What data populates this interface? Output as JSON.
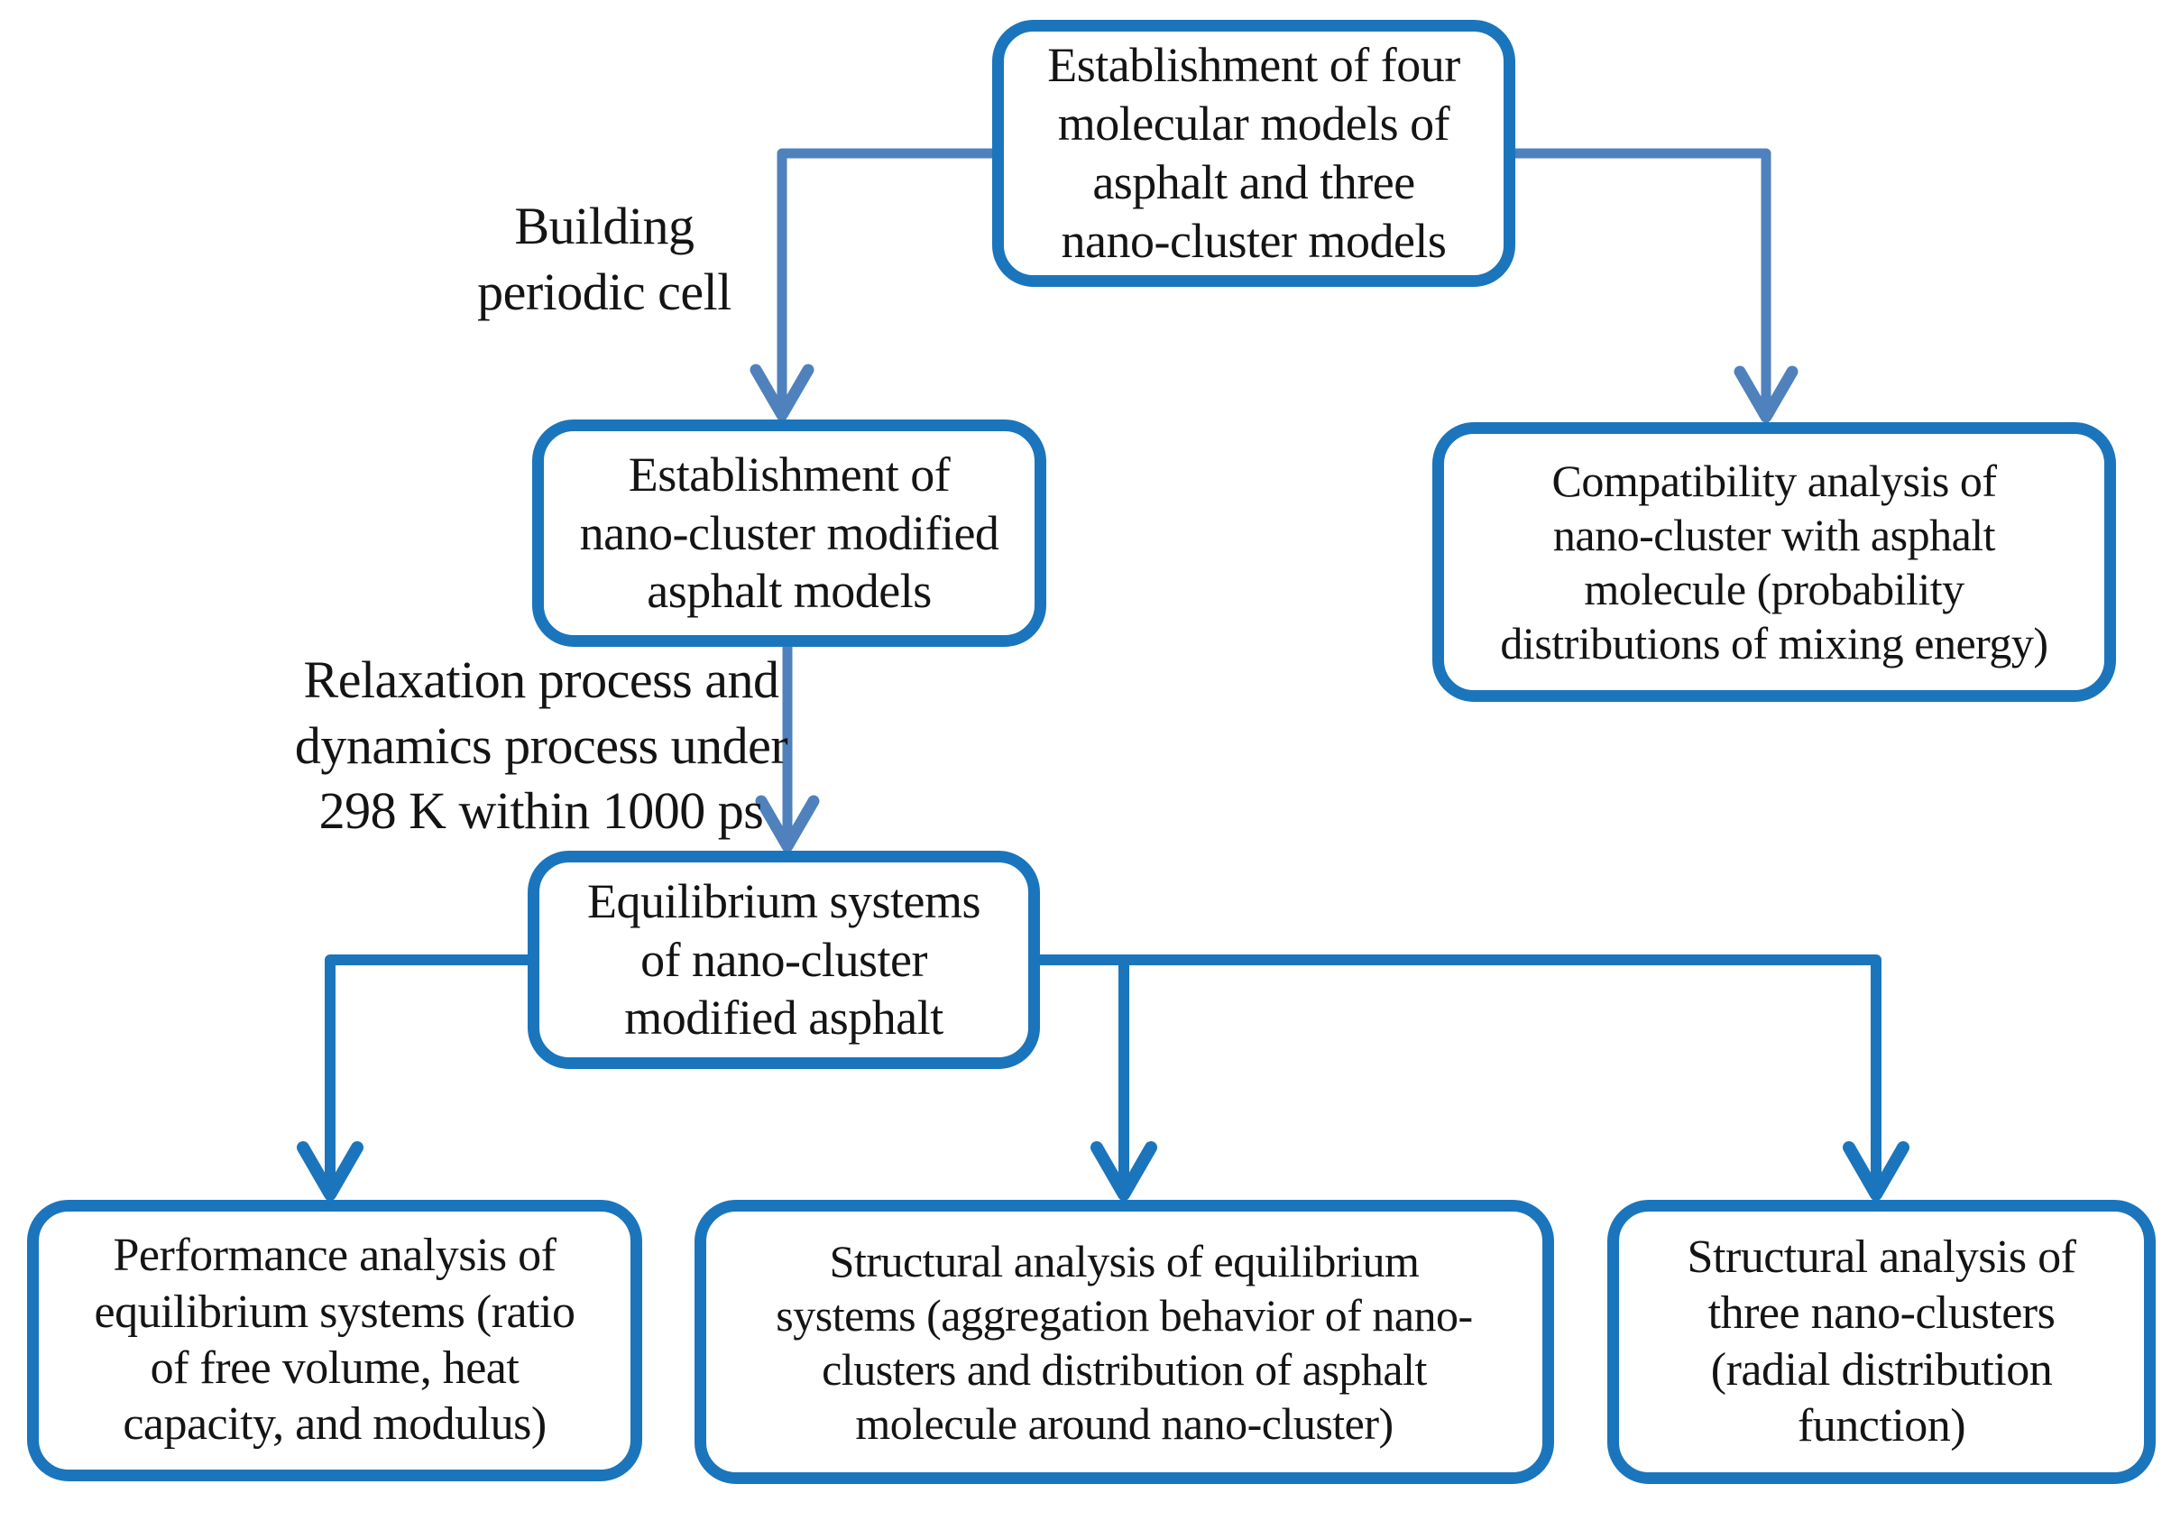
{
  "diagram": {
    "boxes": {
      "four_models": {
        "lines": [
          "Establishment of four",
          "molecular models of",
          "asphalt and three",
          "nano-cluster models"
        ]
      },
      "modified_asphalt": {
        "lines": [
          "Establishment of",
          "nano-cluster modified",
          "asphalt models"
        ]
      },
      "compatibility": {
        "lines": [
          "Compatibility analysis of",
          "nano-cluster with asphalt",
          "molecule (probability",
          "distributions of mixing energy)"
        ]
      },
      "equilibrium": {
        "lines": [
          "Equilibrium systems",
          "of nano-cluster",
          "modified asphalt"
        ]
      },
      "performance": {
        "lines": [
          "Performance analysis of",
          "equilibrium systems (ratio",
          "of free volume, heat",
          "capacity, and modulus)"
        ]
      },
      "structural_equilibrium": {
        "lines": [
          "Structural analysis of equilibrium",
          "systems (aggregation behavior of nano-",
          "clusters and distribution of asphalt",
          "molecule around nano-cluster)"
        ]
      },
      "structural_nanoclusters": {
        "lines": [
          "Structural analysis of",
          "three nano-clusters",
          "(radial distribution",
          "function)"
        ]
      }
    },
    "edge_labels": {
      "building": {
        "lines": [
          "Building",
          "periodic cell"
        ]
      },
      "relaxation": {
        "lines": [
          "Relaxation process and",
          "dynamics process under",
          "298 K within 1000 ps"
        ]
      }
    },
    "colors": {
      "box_border": "#1b75bc",
      "connector_upper": "#4f81bd",
      "connector_lower": "#1b75bc",
      "text": "#141414",
      "background": "#ffffff"
    }
  }
}
